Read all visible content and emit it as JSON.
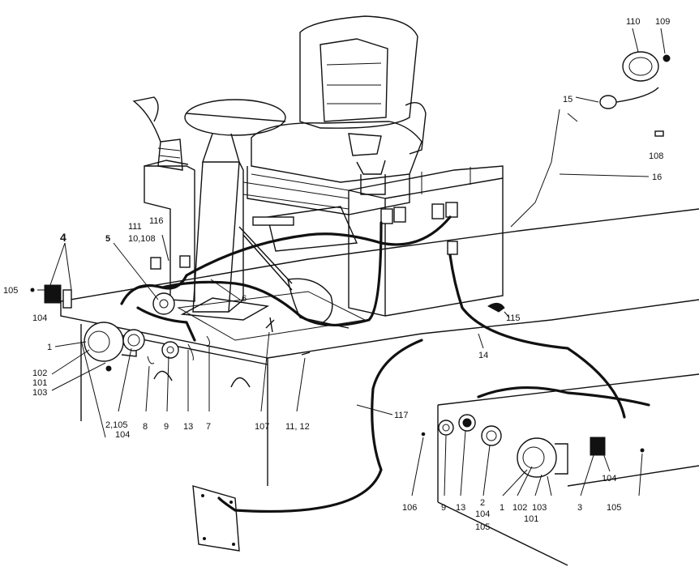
{
  "labels": {
    "l110": "110",
    "l109": "109",
    "l15": "15",
    "l108": "108",
    "l16": "16",
    "l4": "4",
    "l105a": "105",
    "l104a": "104",
    "l111": "111",
    "l10108": "10,108",
    "l116": "116",
    "l5": "5",
    "l6": "6",
    "l1a": "1",
    "l102a": "102",
    "l101a": "101",
    "l103a": "103",
    "l2105": "2,105",
    "l104b": "104",
    "l8": "8",
    "l9a": "9",
    "l13a": "13",
    "l7": "7",
    "l107": "107",
    "l1112": "11, 12",
    "l115": "115",
    "l14": "14",
    "l117": "117",
    "l106": "106",
    "l9b": "9",
    "l13b": "13",
    "l2b": "2",
    "l104c": "104",
    "l105b": "105",
    "l1b": "1",
    "l102b": "102",
    "l103b": "103",
    "l101b": "101",
    "l3": "3",
    "l104d": "104",
    "l105c": "105"
  }
}
